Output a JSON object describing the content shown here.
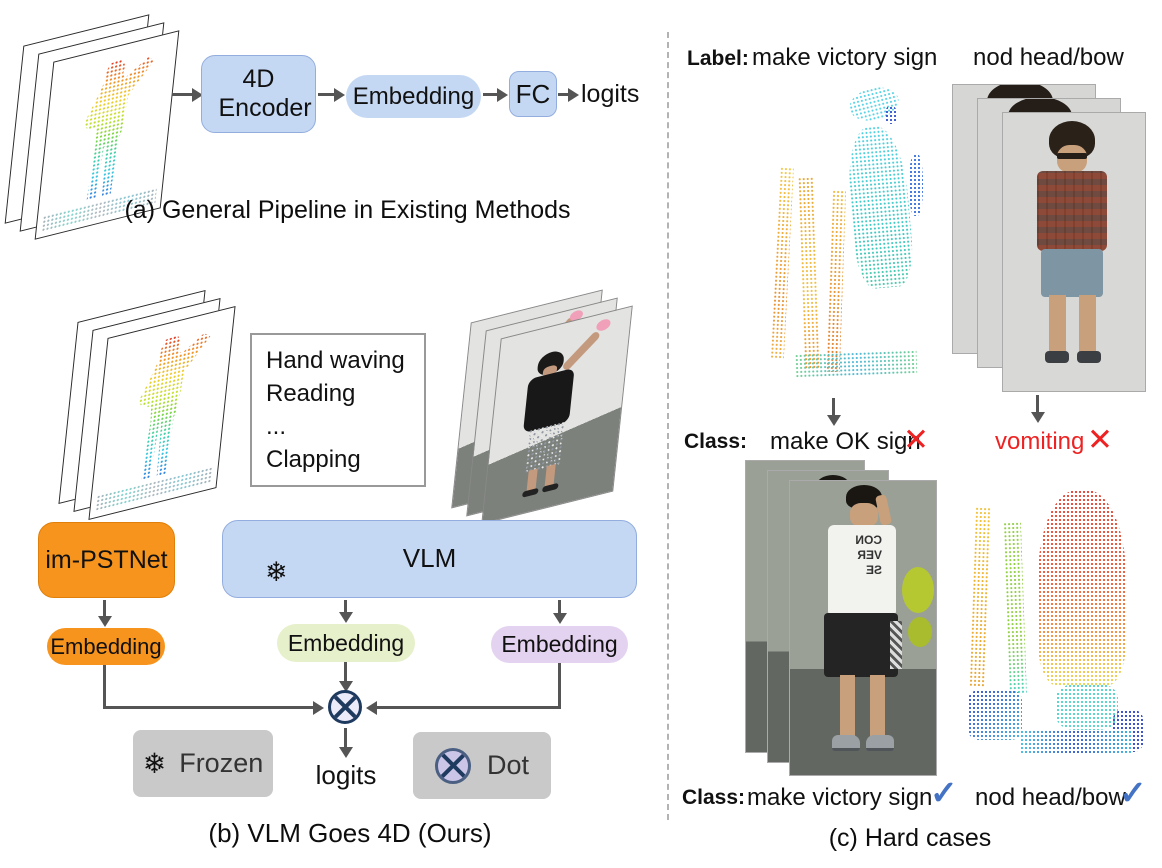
{
  "colors": {
    "box_blue": "#c5d8f3",
    "box_orange": "#f7941e",
    "pill_green": "#e6f0cb",
    "pill_purple": "#e4d3f0",
    "legend_gray": "#c9c9c9",
    "arrow_gray": "#555555",
    "dot_border_navy": "#1e3a5f",
    "error_red": "#ee2222",
    "check_blue": "#4472c4"
  },
  "icons": {
    "snowflake": "❄",
    "cross": "✕",
    "check": "✓"
  },
  "panel_a": {
    "caption": "(a) General Pipeline in Existing Methods",
    "encoder": "4D Encoder",
    "embedding": "Embedding",
    "fc": "FC",
    "logits": "logits"
  },
  "panel_b": {
    "caption": "(b) VLM Goes 4D (Ours)",
    "prompt_list": [
      "Hand waving",
      "Reading",
      "...",
      "Clapping"
    ],
    "pstnet": "im-PSTNet",
    "vlm": "VLM",
    "embedding_point": "Embedding",
    "embedding_text": "Embedding",
    "embedding_video": "Embedding",
    "logits": "logits",
    "legend_frozen": "Frozen",
    "legend_dot": "Dot"
  },
  "panel_c": {
    "caption": "(c) Hard cases",
    "label_prefix": "Label:",
    "class_prefix": "Class:",
    "label_left": "make victory sign",
    "label_right": "nod head/bow",
    "wrong_left": "make OK sign",
    "wrong_right": "vomiting",
    "correct_left": "make victory sign",
    "correct_right": "nod head/bow",
    "shirt_text": "CON VER SE"
  }
}
